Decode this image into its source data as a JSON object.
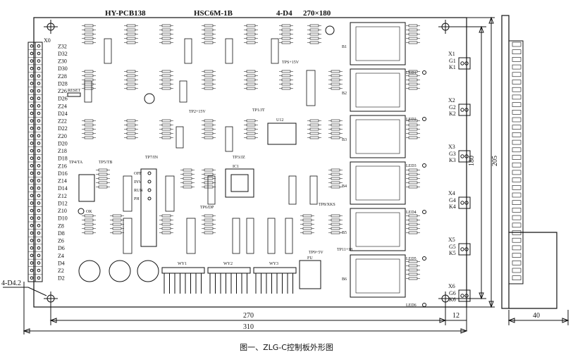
{
  "header": {
    "model": "HY-PCB138",
    "part": "HSC6M-1B",
    "code": "4-D4",
    "size": "270×180"
  },
  "connector": {
    "name": "X0",
    "rows": [
      "Z32",
      "D32",
      "Z30",
      "D30",
      "Z28",
      "D28",
      "Z26",
      "D26",
      "Z24",
      "D24",
      "Z22",
      "D22",
      "Z20",
      "D20",
      "Z18",
      "D18",
      "Z16",
      "D16",
      "Z14",
      "D14",
      "Z12",
      "D12",
      "Z10",
      "D10",
      "Z8",
      "D8",
      "Z6",
      "D6",
      "Z4",
      "D4",
      "Z2",
      "D2"
    ]
  },
  "outputs": [
    {
      "terminal": "X1",
      "pins": [
        "G1",
        "K1"
      ],
      "led": "LED1"
    },
    {
      "terminal": "X2",
      "pins": [
        "G2",
        "K2"
      ],
      "led": "LED2"
    },
    {
      "terminal": "X3",
      "pins": [
        "G3",
        "K3"
      ],
      "led": "LED3"
    },
    {
      "terminal": "X4",
      "pins": [
        "G4",
        "K4"
      ],
      "led": "LED4"
    },
    {
      "terminal": "X5",
      "pins": [
        "G5",
        "K5"
      ],
      "led": "LED5"
    },
    {
      "terminal": "X6",
      "pins": [
        "G6",
        "K6"
      ],
      "led": "LED6"
    }
  ],
  "dimensions": {
    "inner_width": "270",
    "outer_width": "310",
    "margin_right": "12",
    "inner_height": "180",
    "outer_height": "205",
    "side_depth": "40"
  },
  "callout": "4-D4.2",
  "labels": {
    "reset": "RESET",
    "relay_column": [
      "B1",
      "B2",
      "B3",
      "B4",
      "B5",
      "B6"
    ],
    "regulators": [
      "WY1",
      "WY2",
      "WY3"
    ],
    "fuse": "FU",
    "ok": "OK",
    "ic_main": "IC1",
    "ic_crystal": "U12",
    "switch_pins": [
      "OFF",
      "INV",
      "RUN",
      "PH"
    ],
    "test_points": [
      "TPS+15V",
      "TP2+15V",
      "TP1/JT",
      "TP4/TA",
      "TP5/TB",
      "TP3/JZ",
      "TP7/IN",
      "TP6/DP",
      "TP8/XKS",
      "TP9+5V",
      "TP11+18"
    ]
  },
  "caption": "图一、ZLG-C控制板外形图"
}
